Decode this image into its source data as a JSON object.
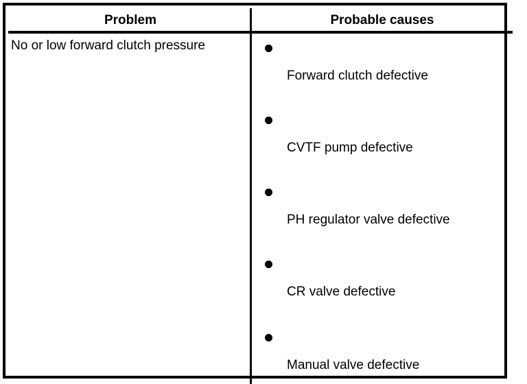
{
  "table": {
    "columns": [
      {
        "header": "Problem"
      },
      {
        "header": "Probable causes"
      }
    ],
    "rows": [
      {
        "problem": "No or low forward clutch pressure",
        "causes": [
          "Forward clutch defective",
          "CVTF pump defective",
          "PH regulator valve defective",
          "CR valve defective",
          "Manual valve defective"
        ]
      }
    ]
  },
  "colors": {
    "border": "#000000",
    "text": "#000000",
    "background": "#ffffff",
    "bullet": "#000000"
  },
  "icons": {
    "bullet": "bullet-dot-icon"
  }
}
